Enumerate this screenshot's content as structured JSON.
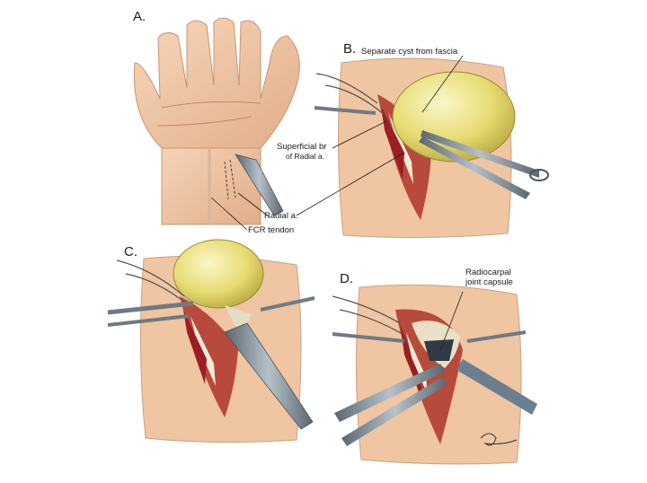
{
  "panels": {
    "a": {
      "label": "A."
    },
    "b": {
      "label": "B.",
      "annotations": {
        "separate_cyst": "Separate cyst from fascia",
        "superficial_br_1": "Superficial br",
        "superficial_br_2": "of Radial a."
      }
    },
    "c": {
      "label": "C."
    },
    "d": {
      "label": "D.",
      "annotations": {
        "radiocarpal_1": "Radiocarpal",
        "radiocarpal_2": "joint capsule"
      }
    }
  },
  "labels_a": {
    "radial_a": "Radial a.",
    "fcr_tendon": "FCR tendon"
  },
  "colors": {
    "skin": "#f0c8a6",
    "skin_shade": "#d9a07c",
    "cyst": "#e8e07a",
    "artery": "#b5282a",
    "tendon": "#f1ead6",
    "instrument": "#7c8a96"
  }
}
